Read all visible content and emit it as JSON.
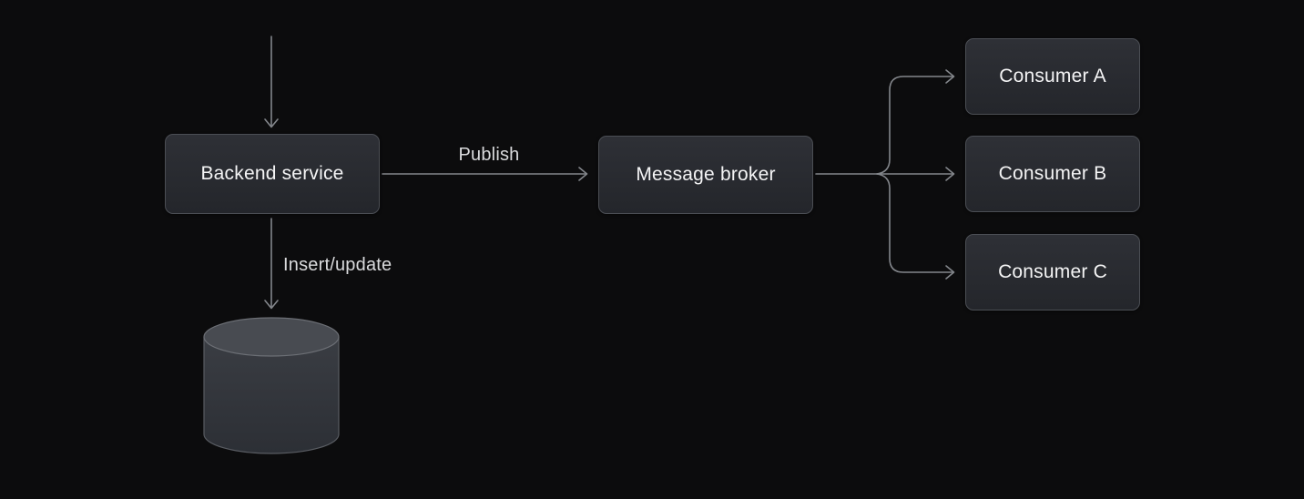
{
  "diagram": {
    "nodes": {
      "backend_service": {
        "label": "Backend service"
      },
      "message_broker": {
        "label": "Message broker"
      },
      "consumer_a": {
        "label": "Consumer A"
      },
      "consumer_b": {
        "label": "Consumer B"
      },
      "consumer_c": {
        "label": "Consumer C"
      }
    },
    "edge_labels": {
      "publish": "Publish",
      "insert_update": "Insert/update"
    },
    "icons": {
      "database": "database-cylinder-icon"
    },
    "colors": {
      "bg": "#0c0c0d",
      "connector": "#83868b",
      "node_border": "#4b4e54",
      "node_fill_top": "#2e3036",
      "node_fill_bottom": "#24262b",
      "node_text": "#f4f4f5",
      "edge_label_text": "#d9dadc",
      "cylinder_body": "#33363c",
      "cylinder_top": "#484b51",
      "cylinder_stroke": "#6c6f75"
    }
  }
}
